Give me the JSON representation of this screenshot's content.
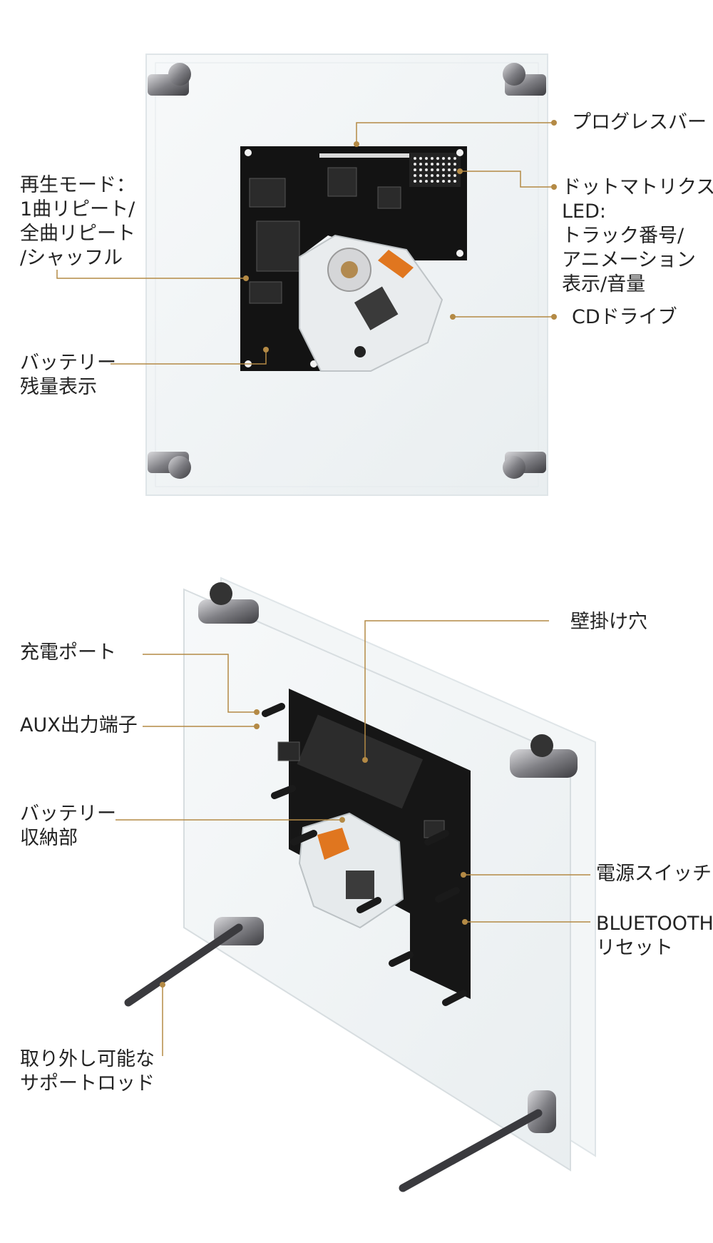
{
  "colors": {
    "accent": "#b48a45",
    "board": "#131313",
    "acrylic": "#f1f5f6",
    "metal": "#8e8f93",
    "ribbon": "#e0761f"
  },
  "front_view": {
    "labels": {
      "progress_bar": [
        "プログレスバー"
      ],
      "dot_matrix": [
        "ドットマトリクス",
        " LED:",
        "トラック番号/",
        "アニメーション",
        "表示/音量"
      ],
      "cd_drive": [
        "CDドライブ"
      ],
      "play_mode": [
        "再生モード：",
        "1曲リピート/",
        "全曲リピート",
        "/シャッフル"
      ],
      "battery_level": [
        "バッテリー",
        "残量表示"
      ]
    }
  },
  "back_view": {
    "labels": {
      "wall_hole": [
        "壁掛け穴"
      ],
      "charging_port": [
        "充電ポート"
      ],
      "aux_output": [
        "AUX出力端子"
      ],
      "battery_compartment": [
        "バッテリー",
        "収納部"
      ],
      "power_switch": [
        "電源スイッチ"
      ],
      "bluetooth_reset": [
        "BLUETOOTH",
        "リセット"
      ],
      "support_rod": [
        "取り外し可能な",
        "サポートロッド"
      ]
    }
  }
}
